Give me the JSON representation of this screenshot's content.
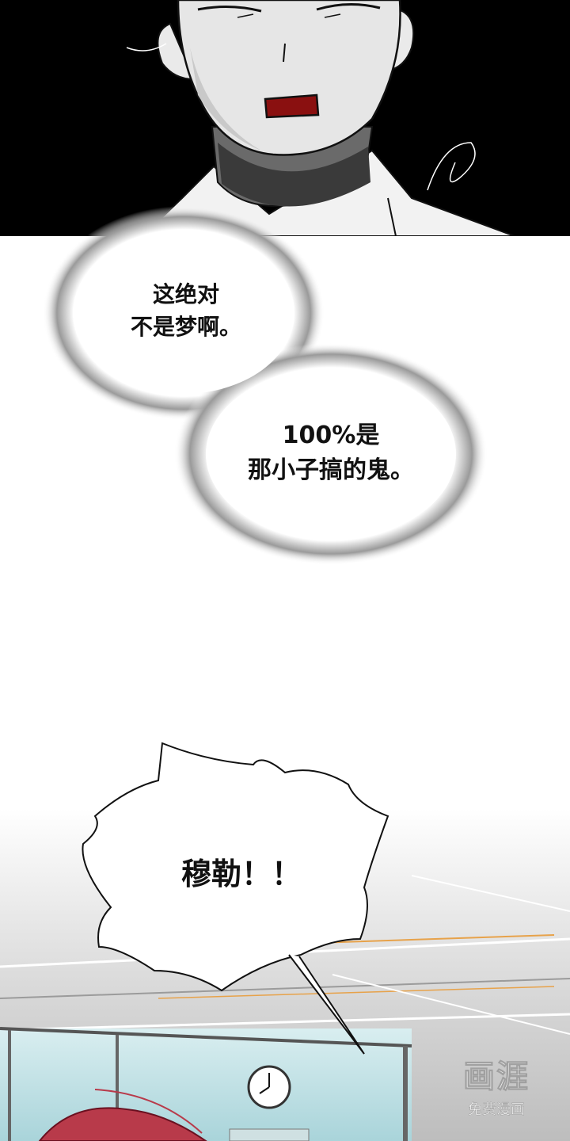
{
  "bubbles": {
    "thought_1": {
      "line_1": "这绝对",
      "line_2": "不是梦啊。"
    },
    "thought_2": {
      "line_1": "100%是",
      "line_2": "那小子搞的鬼。"
    },
    "shout": {
      "text": "穆勒！！"
    }
  },
  "watermark": {
    "logo": "画涯",
    "subtitle": "免费漫画"
  },
  "colors": {
    "panel_background": "#000000",
    "skin_shadow": "#3a3a3a",
    "mouth": "#8a1010",
    "hair_accent": "#b83a4a"
  },
  "icons": [
    "clock-icon"
  ]
}
